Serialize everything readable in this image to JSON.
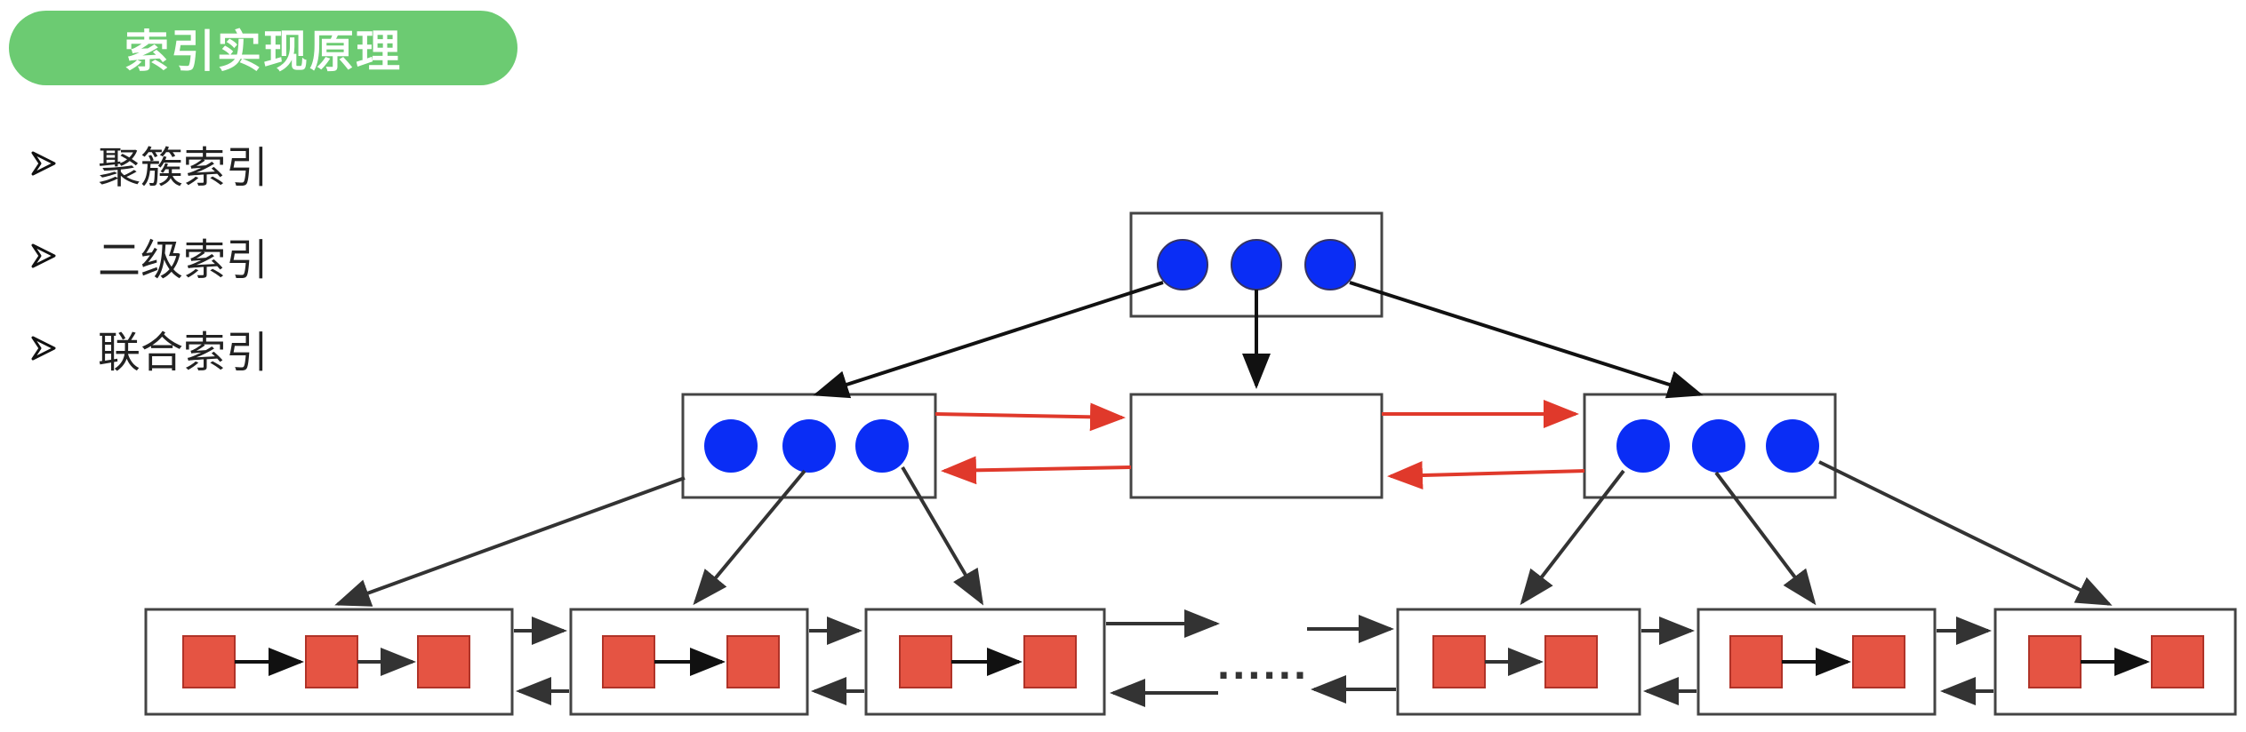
{
  "title": "索引实现原理",
  "bullets": [
    "聚簇索引",
    "二级索引",
    "联合索引"
  ],
  "ellipsis": "......",
  "colors": {
    "title_bg": "#6ccb72",
    "key_fill": "#0a2df5",
    "record_fill": "#e55443",
    "pointer_arrow": "#333333",
    "sibling_arrow": "#e0392b"
  }
}
